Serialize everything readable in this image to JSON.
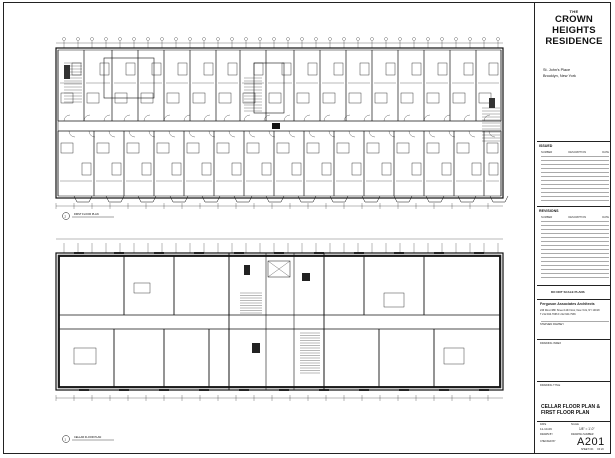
{
  "project": {
    "title_prefix": "THE",
    "title_lines": [
      "CROWN",
      "HEIGHTS",
      "RESIDENCE"
    ],
    "address_line1": "St. John's Place",
    "address_line2": "Brooklyn, New York"
  },
  "issued": {
    "label": "ISSUED",
    "columns": [
      "NUMBER",
      "DESCRIPTION",
      "DATE"
    ]
  },
  "revisions": {
    "label": "REVISIONS",
    "columns": [
      "NUMBER",
      "DESCRIPTION",
      "DATE"
    ]
  },
  "notes": {
    "do_not_scale": "DO NOT SCALE PLANS"
  },
  "firm": {
    "name": "Ferguson Associates Architects",
    "address": "246 West 38th Street 11th Floor, New York, NY 10018",
    "phone": "T 212.944.7966  F 212.944.7936",
    "client_label": "STEPHEN RAMSEY",
    "drawing_label": "DRAWING INDEX"
  },
  "sheet": {
    "label": "DRAWING TITLE",
    "title_line1": "CELLAR FLOOR PLAN &",
    "title_line2": "FIRST FLOOR PLAN",
    "date_label": "DATE",
    "date": "11-10-09",
    "scale_label": "SCALE",
    "scale": "1/8\" = 1'-0\"",
    "drawn_label": "DRAWN BY",
    "checked_label": "CHECKED BY",
    "number_label": "DRAWING NUMBER",
    "number": "A201",
    "sheet_of": "SHEET NO.",
    "sheet_count": "OF 20"
  },
  "plans": {
    "upper_label": "FIRST FLOOR PLAN",
    "lower_label": "CELLAR FLOOR PLAN",
    "upper_no": "2",
    "lower_no": "1"
  }
}
